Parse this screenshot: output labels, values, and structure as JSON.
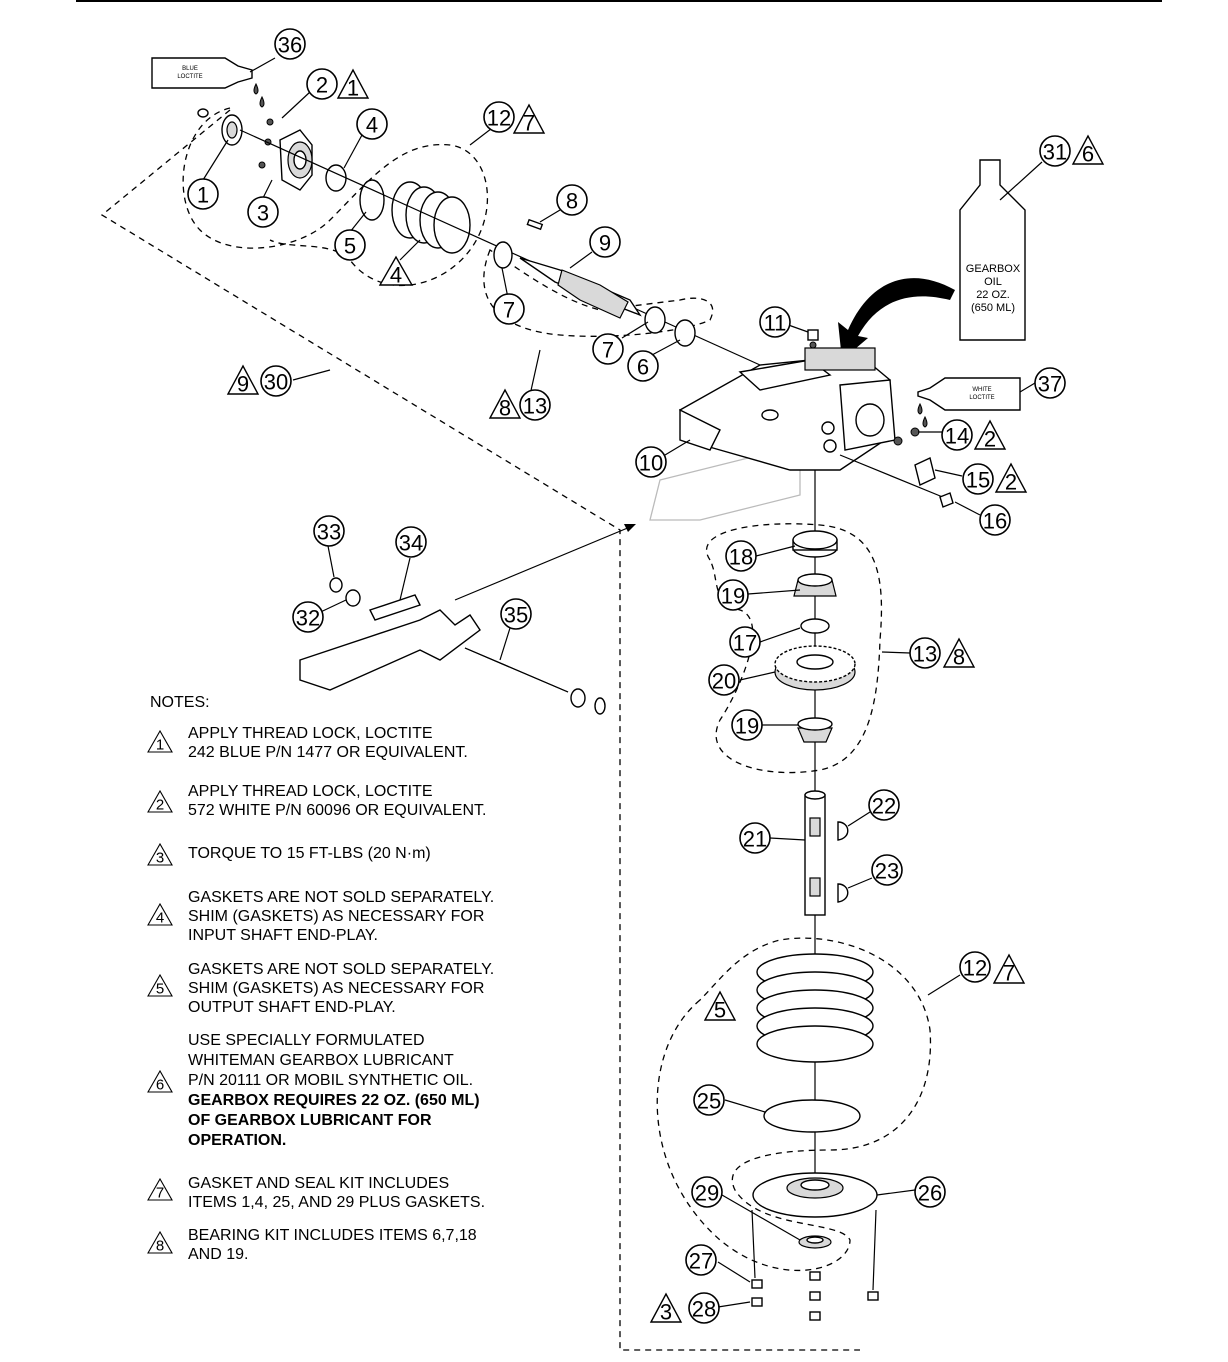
{
  "product": {
    "bottle_labels": [
      "GEARBOX",
      "OIL",
      "22 OZ.",
      "(650 ML)"
    ],
    "blue_tube_labels": [
      "BLUE",
      "LOCTITE"
    ],
    "white_tube_labels": [
      "WHITE",
      "LOCTITE"
    ]
  },
  "callouts": {
    "c1": "1",
    "c2": "2",
    "c3": "3",
    "c4": "4",
    "c5": "5",
    "c6": "6",
    "c7a": "7",
    "c7b": "7",
    "c8": "8",
    "c9": "9",
    "c10": "10",
    "c11": "11",
    "c12a": "12",
    "c12b": "12",
    "c13a": "13",
    "c13b": "13",
    "c14": "14",
    "c15": "15",
    "c16": "16",
    "c17": "17",
    "c18": "18",
    "c19a": "19",
    "c19b": "19",
    "c20": "20",
    "c21": "21",
    "c22": "22",
    "c23": "23",
    "c25": "25",
    "c26": "26",
    "c27": "27",
    "c28": "28",
    "c29": "29",
    "c30": "30",
    "c31": "31",
    "c32": "32",
    "c33": "33",
    "c34": "34",
    "c35": "35",
    "c36": "36",
    "c37": "37"
  },
  "note_flags": {
    "t1": "1",
    "t2": "2",
    "t3": "3",
    "t4": "4",
    "t5": "5",
    "t6": "6",
    "t7": "7",
    "t8": "8"
  },
  "diagram_flags": {
    "f2a": "1",
    "f12a": "7",
    "f4": "4",
    "f9": "9",
    "f8": "8",
    "f31": "6",
    "f14": "2",
    "f15": "2",
    "f13": "8",
    "f12b": "7",
    "f5": "5",
    "f28": "3"
  },
  "notes": {
    "heading": "NOTES:",
    "n1": [
      "APPLY THREAD LOCK, LOCTITE",
      "242 BLUE P/N 1477 OR EQUIVALENT."
    ],
    "n2": [
      "APPLY THREAD LOCK, LOCTITE",
      "572 WHITE P/N 60096 OR EQUIVALENT."
    ],
    "n3": [
      "TORQUE TO  15 FT-LBS (20 N·m)"
    ],
    "n4": [
      "GASKETS ARE NOT SOLD SEPARATELY.",
      "SHIM (GASKETS) AS NECESSARY FOR",
      "INPUT SHAFT END-PLAY."
    ],
    "n5": [
      "GASKETS ARE NOT SOLD SEPARATELY.",
      "SHIM (GASKETS) AS NECESSARY FOR",
      "OUTPUT SHAFT END-PLAY."
    ],
    "n6": [
      "USE SPECIALLY FORMULATED",
      "WHITEMAN GEARBOX LUBRICANT",
      "P/N 20111 OR MOBIL SYNTHETIC OIL."
    ],
    "n6_bold": [
      "GEARBOX REQUIRES 22 OZ. (650 ML)",
      "OF GEARBOX LUBRICANT FOR",
      "OPERATION."
    ],
    "n7": [
      "GASKET AND SEAL KIT INCLUDES",
      "ITEMS 1,4, 25, AND 29  PLUS GASKETS."
    ],
    "n8": [
      "BEARING KIT INCLUDES ITEMS 6,7,18",
      "AND 19."
    ]
  }
}
